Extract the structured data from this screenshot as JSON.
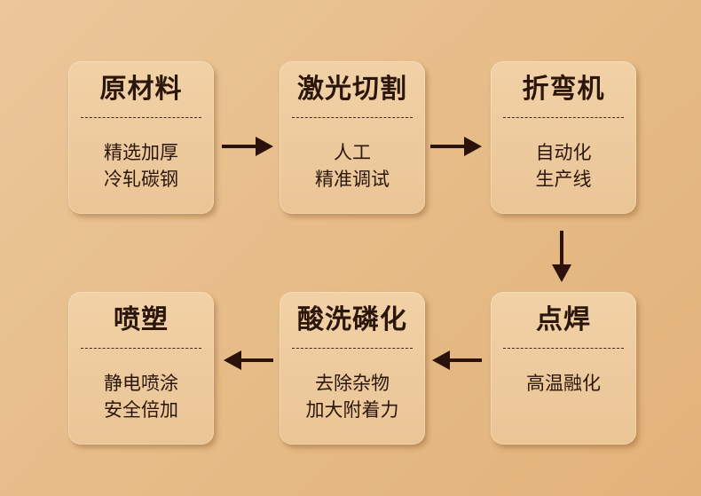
{
  "steps": [
    {
      "title": "原材料",
      "lines": [
        "精选加厚",
        "冷轧碳钢"
      ]
    },
    {
      "title": "激光切割",
      "lines": [
        "人工",
        "精准调试"
      ]
    },
    {
      "title": "折弯机",
      "lines": [
        "自动化",
        "生产线"
      ]
    },
    {
      "title": "点焊",
      "lines": [
        "高温融化"
      ]
    },
    {
      "title": "酸洗磷化",
      "lines": [
        "去除杂物",
        "加大附着力"
      ]
    },
    {
      "title": "喷塑",
      "lines": [
        "静电喷涂",
        "安全倍加"
      ]
    }
  ],
  "colors": {
    "background": "#e6bb86",
    "card": "#eec99c",
    "text": "#2b160c",
    "arrow": "#2b120a"
  },
  "icons": {
    "arrow_right": "arrow-right-icon",
    "arrow_down": "arrow-down-icon",
    "arrow_left": "arrow-left-icon"
  }
}
